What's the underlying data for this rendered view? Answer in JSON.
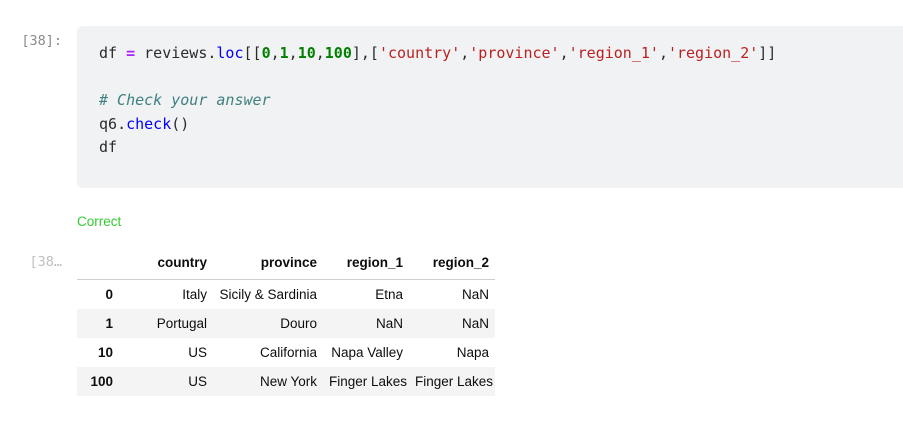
{
  "input_cell": {
    "prompt": "[38]:",
    "code_lines": [
      {
        "tokens": [
          {
            "t": "name",
            "v": "df"
          },
          {
            "t": "plain",
            "v": " "
          },
          {
            "t": "op",
            "v": "="
          },
          {
            "t": "plain",
            "v": " "
          },
          {
            "t": "name",
            "v": "reviews"
          },
          {
            "t": "punct",
            "v": "."
          },
          {
            "t": "attr",
            "v": "loc"
          },
          {
            "t": "punct",
            "v": "[["
          },
          {
            "t": "num",
            "v": "0"
          },
          {
            "t": "punct",
            "v": ","
          },
          {
            "t": "num",
            "v": "1"
          },
          {
            "t": "punct",
            "v": ","
          },
          {
            "t": "num",
            "v": "10"
          },
          {
            "t": "punct",
            "v": ","
          },
          {
            "t": "num",
            "v": "100"
          },
          {
            "t": "punct",
            "v": "],["
          },
          {
            "t": "str",
            "v": "'country'"
          },
          {
            "t": "punct",
            "v": ","
          },
          {
            "t": "str",
            "v": "'province'"
          },
          {
            "t": "punct",
            "v": ","
          },
          {
            "t": "str",
            "v": "'region_1'"
          },
          {
            "t": "punct",
            "v": ","
          },
          {
            "t": "str",
            "v": "'region_2'"
          },
          {
            "t": "punct",
            "v": "]]"
          }
        ]
      },
      {
        "blank": true,
        "tokens": []
      },
      {
        "tokens": [
          {
            "t": "comment",
            "v": "# Check your answer"
          }
        ]
      },
      {
        "tokens": [
          {
            "t": "name",
            "v": "q6"
          },
          {
            "t": "punct",
            "v": "."
          },
          {
            "t": "attr",
            "v": "check"
          },
          {
            "t": "punct",
            "v": "()"
          }
        ]
      },
      {
        "tokens": [
          {
            "t": "name",
            "v": "df"
          }
        ]
      }
    ]
  },
  "output_message": {
    "text": "Correct",
    "color": "#33cc33"
  },
  "output_cell": {
    "prompt": "[38…",
    "dataframe": {
      "index_header": "",
      "columns": [
        "country",
        "province",
        "region_1",
        "region_2"
      ],
      "index": [
        "0",
        "1",
        "10",
        "100"
      ],
      "rows": [
        [
          "Italy",
          "Sicily & Sardinia",
          "Etna",
          "NaN"
        ],
        [
          "Portugal",
          "Douro",
          "NaN",
          "NaN"
        ],
        [
          "US",
          "California",
          "Napa Valley",
          "Napa"
        ],
        [
          "US",
          "New York",
          "Finger Lakes",
          "Finger Lakes"
        ]
      ]
    }
  },
  "colors": {
    "code_background": "#f1f2f4",
    "string_literal": "#ba2121",
    "number_literal": "#008000",
    "comment": "#408080",
    "attribute": "#0000ff",
    "operator": "#aa22ff",
    "success": "#33cc33",
    "row_stripe": "#f4f4f4"
  }
}
